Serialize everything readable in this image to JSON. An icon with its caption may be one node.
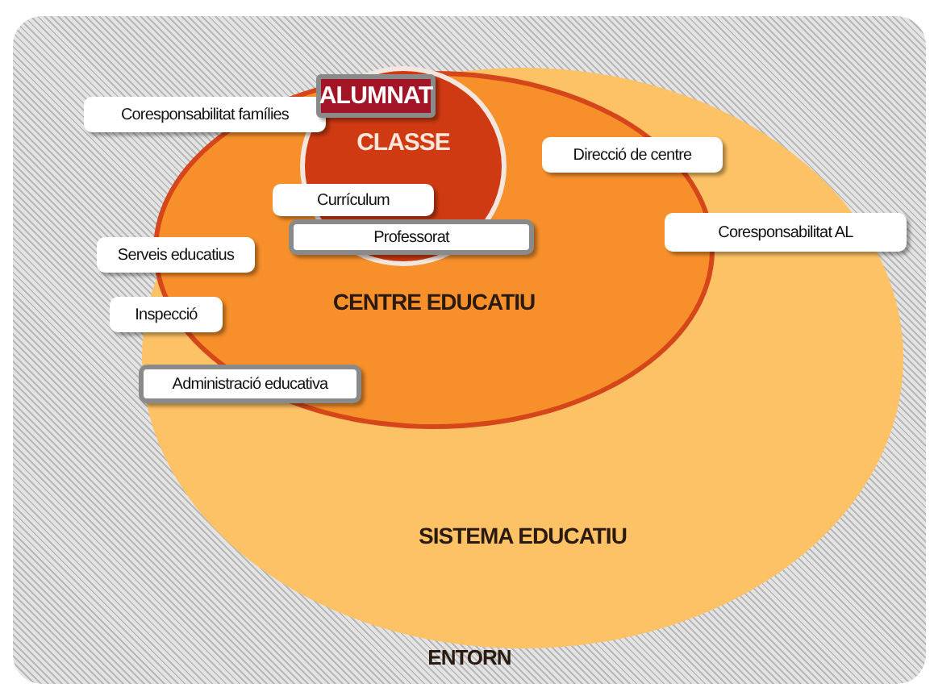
{
  "diagram": {
    "nodes": [
      {
        "text": [
          "ENTORN"
        ]
      },
      {
        "text": [
          "SISTEMA EDUCATIU"
        ],
        "in": 0
      },
      {
        "text": [
          "CENTRE EDUCATIU"
        ],
        "in": 1
      },
      {
        "text": [
          "CLASSE"
        ],
        "in": 2
      },
      {
        "text": [
          "ALUMNAT"
        ],
        "in": 3
      },
      {
        "text": [
          "Coresponsabilitat famílies"
        ],
        "in": 0
      },
      {
        "text": [
          "Direcció de centre"
        ],
        "in": 2
      },
      {
        "text": [
          "Currículum"
        ],
        "in": 2
      },
      {
        "text": [
          "Professorat"
        ],
        "in": 2
      },
      {
        "text": [
          "Coresponsabilitat AL"
        ],
        "in": 1
      },
      {
        "text": [
          "Serveis educatius"
        ],
        "in": 0
      },
      {
        "text": [
          "Inspecció"
        ],
        "in": 0
      },
      {
        "text": [
          "Administració educativa"
        ],
        "in": 1
      }
    ],
    "edges": []
  }
}
